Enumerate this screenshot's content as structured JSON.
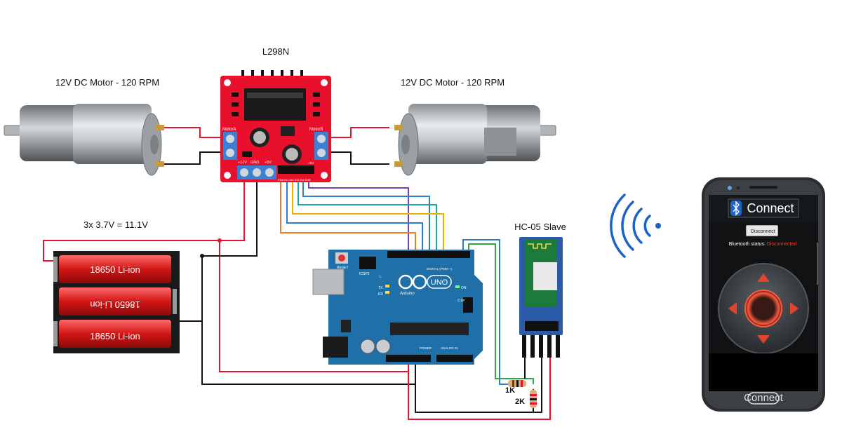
{
  "labels": {
    "driver": "L298N",
    "motor_left": "12V DC Motor - 120 RPM",
    "motor_right": "12V DC Motor - 120 RPM",
    "battery_formula": "3x 3.7V = 11.1V",
    "cell_1": "18650  Li-ion",
    "cell_2": "18650  Li-ion",
    "cell_3": "18650  Li-ion",
    "bluetooth_module": "HC-05 Slave",
    "resistor_1": "1K",
    "resistor_2": "2K",
    "motor_a": "MotorA",
    "motor_b": "MotorB",
    "v12": "+12V",
    "gnd": "GND",
    "v5": "+5V",
    "v5_small": "+5V",
    "input_pins": "ENA IN1 IN2 IN3 IN4 ENB",
    "arduino_brand": "Arduino",
    "arduino_model": "UNO",
    "reset": "RESET",
    "icsp2": "ICSP2",
    "icsp": "ICSP",
    "digital": "DIGITAL (PWM ~)",
    "power": "POWER",
    "analog": "ANALOG IN",
    "tx": "TX",
    "rx": "RX",
    "l_led": "L",
    "on_led": "ON"
  },
  "phone": {
    "app_title": "Connect",
    "disconnect_button": "Disconnect",
    "status_label": "Bluetooth status:",
    "status_value": "Disconnected",
    "home_button": "Connect"
  },
  "colors": {
    "board_red": "#e8102a",
    "arduino_blue": "#1f6fa8",
    "hc05_blue": "#2a5aa8",
    "wire_red": "#e8102a",
    "wire_black": "#111111",
    "wire_purple": "#7b3fb5",
    "wire_blue": "#2b7fd0",
    "wire_teal": "#1ea7a0",
    "wire_yellow": "#e6b400",
    "wire_orange": "#ef7d22",
    "wire_green": "#2ea84a",
    "bt_signal": "#1b63c6",
    "joystick_ring": "#e2452c"
  },
  "icons": [
    "bluetooth-icon",
    "wireless-signal-icon",
    "motor-icon",
    "battery-icon"
  ]
}
